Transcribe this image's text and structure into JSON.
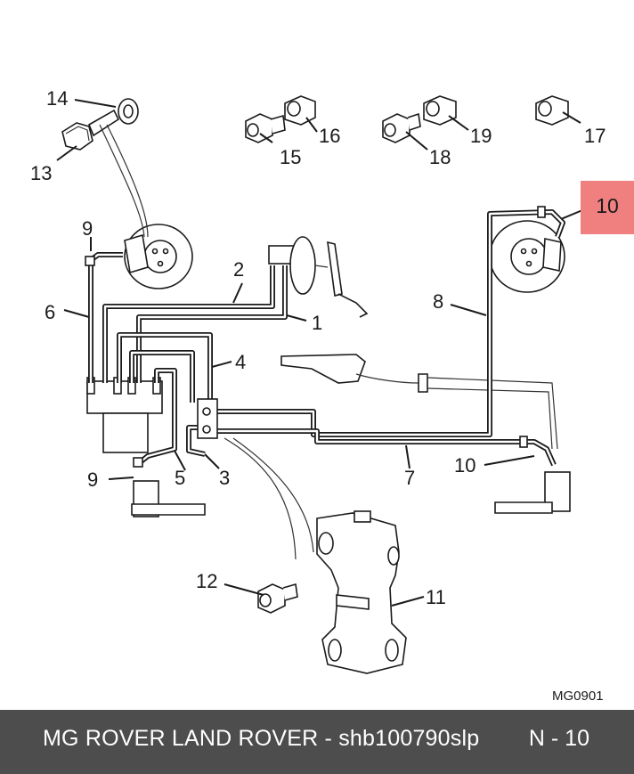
{
  "diagram": {
    "reference_code": "MG0901",
    "callouts": {
      "c1": "1",
      "c2": "2",
      "c3": "3",
      "c4": "4",
      "c5": "5",
      "c6": "6",
      "c7": "7",
      "c8": "8",
      "c9a": "9",
      "c9b": "9",
      "c10a": "10",
      "c11": "11",
      "c12": "12",
      "c13": "13",
      "c14": "14",
      "c15": "15",
      "c16": "16",
      "c17": "17",
      "c18": "18",
      "c19": "19"
    },
    "highlighted_callout": "10"
  },
  "footer": {
    "title": "MG ROVER LAND ROVER - shb100790slp",
    "page": "N - 10"
  }
}
